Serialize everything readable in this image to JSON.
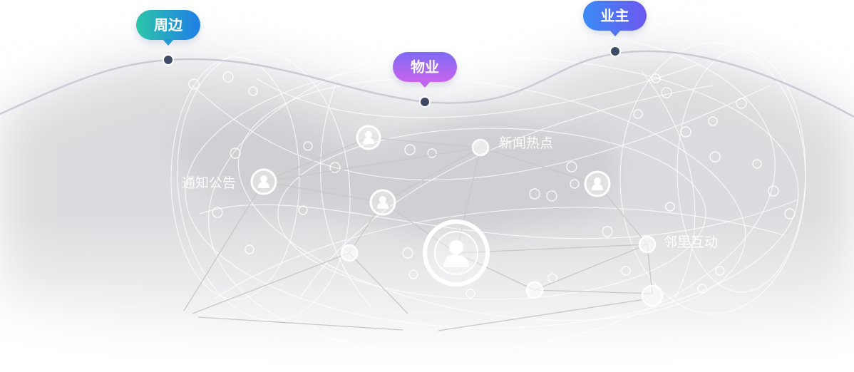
{
  "tags": {
    "zhoubian": "周边",
    "wuye": "物业",
    "yezhu": "业主"
  },
  "network": {
    "labels": {
      "xinwen": "新闻热点",
      "tongzhi": "通知公告",
      "linli": "邻里互动"
    }
  },
  "colors": {
    "curve": "#c9ccd6",
    "dot": "#3e4a66",
    "link": "#c8c8c8",
    "node": "#ffffff"
  },
  "icons": {
    "person": "person-icon"
  }
}
